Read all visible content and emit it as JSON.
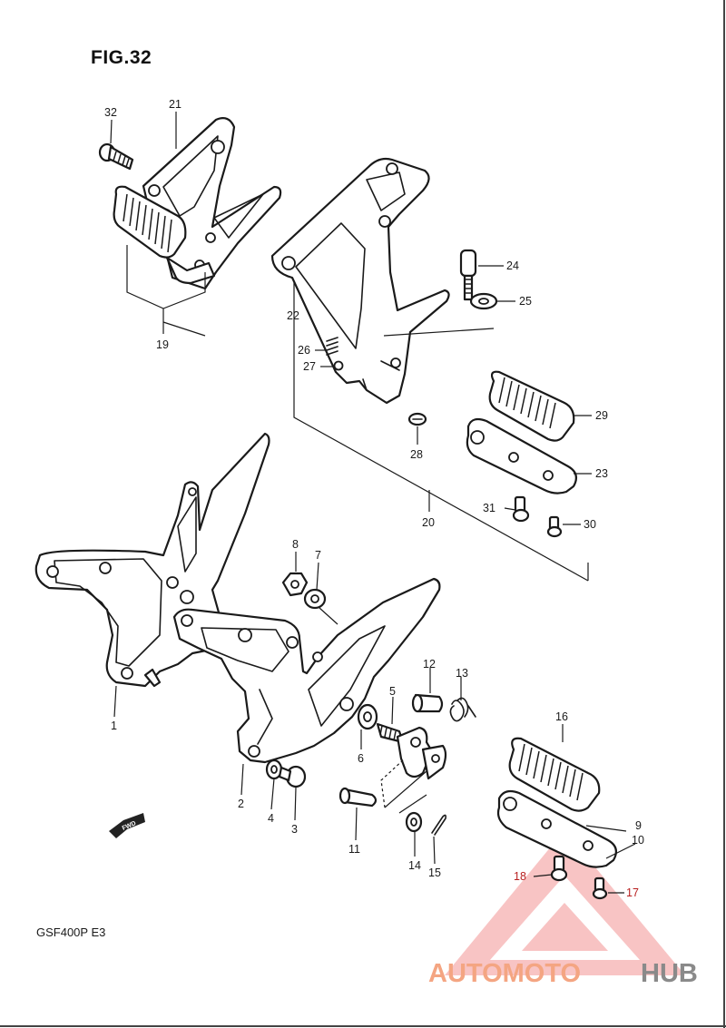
{
  "figure": {
    "title": "FIG.32",
    "model": "GSF400P  E3",
    "fwd_label": "FWD"
  },
  "callouts": {
    "c1": "1",
    "c2": "2",
    "c3": "3",
    "c4": "4",
    "c5": "5",
    "c6": "6",
    "c7": "7",
    "c8": "8",
    "c9": "9",
    "c10": "10",
    "c11": "11",
    "c12": "12",
    "c13": "13",
    "c14": "14",
    "c15": "15",
    "c16": "16",
    "c17": "17",
    "c18": "18",
    "c19": "19",
    "c20": "20",
    "c21": "21",
    "c22": "22",
    "c23": "23",
    "c24": "24",
    "c25": "25",
    "c26": "26",
    "c27": "27",
    "c28": "28",
    "c29": "29",
    "c30": "30",
    "c31": "31",
    "c32": "32"
  },
  "watermark": {
    "part1": "AUTOMOTO",
    "part2": "HUB",
    "color_primary": "#f4a582",
    "color_secondary": "#8a8a8a",
    "triangle_color": "#e23b3b"
  }
}
